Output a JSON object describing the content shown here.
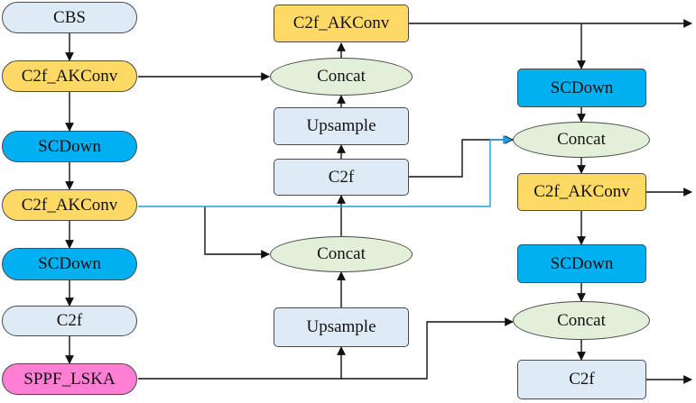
{
  "colors": {
    "blue": "#00B0F0",
    "yellow": "#FFD966",
    "light_blue": "#DEEBF7",
    "light_green": "#E2F0D9",
    "pink": "#FF7FD4",
    "edge": "#111111",
    "highlight_edge": "#1BA1E2"
  },
  "backbone": {
    "cbs": "CBS",
    "c2f_akconv_1": "C2f_AKConv",
    "scdown_1": "SCDown",
    "c2f_akconv_2": "C2f_AKConv",
    "scdown_2": "SCDown",
    "c2f": "C2f",
    "sppf_lska": "SPPF_LSKA"
  },
  "neck_top_down": {
    "c2f_akconv": "C2f_AKConv",
    "concat_top": "Concat",
    "upsample_top": "Upsample",
    "c2f": "C2f",
    "concat_bottom": "Concat",
    "upsample_bottom": "Upsample"
  },
  "neck_bottom_up": {
    "scdown_1": "SCDown",
    "concat_1": "Concat",
    "c2f_akconv": "C2f_AKConv",
    "scdown_2": "SCDown",
    "concat_2": "Concat",
    "c2f": "C2f"
  }
}
